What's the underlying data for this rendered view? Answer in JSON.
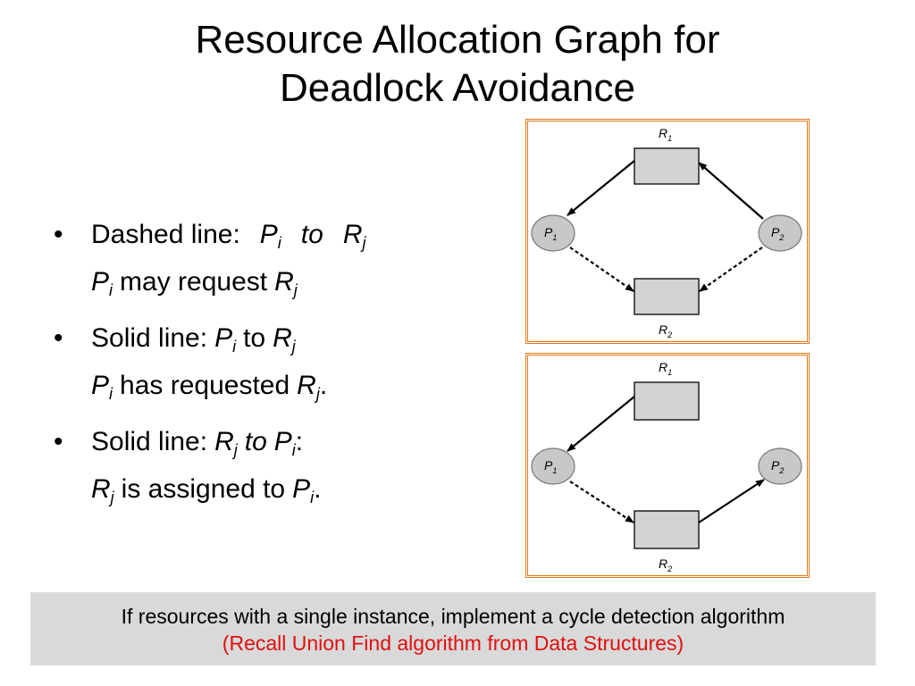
{
  "slide": {
    "title_line1": "Resource Allocation Graph for",
    "title_line2": "Deadlock Avoidance"
  },
  "bullets": [
    {
      "bullet_symbol": "•",
      "line1_label": "Dashed  line:",
      "line1_p": "P",
      "line1_p_sub": "i",
      "line1_to": "to",
      "line1_r": "R",
      "line1_r_sub": "j",
      "line2_p": "P",
      "line2_p_sub": "i",
      "line2_text": "may request",
      "line2_r": "R",
      "line2_r_sub": "j"
    },
    {
      "bullet_symbol": "•",
      "line1_label": "Solid line:",
      "line1_p": "P",
      "line1_p_sub": "i",
      "line1_to": "to",
      "line1_r": "R",
      "line1_r_sub": "j",
      "line2_p": "P",
      "line2_p_sub": "i",
      "line2_text": "has requested",
      "line2_r": "R",
      "line2_r_sub": "j",
      "line2_end": "."
    },
    {
      "bullet_symbol": "•",
      "line1_label": "Solid line:",
      "line1_r": "R",
      "line1_r_sub": "j",
      "line1_to": "to",
      "line1_p": "P",
      "line1_p_sub": "i",
      "line1_end": ":",
      "line2_r": "R",
      "line2_r_sub": "j",
      "line2_text": "is assigned to",
      "line2_p": "P",
      "line2_p_sub": "i",
      "line2_end": "."
    }
  ],
  "graphs": [
    {
      "resource_top": {
        "letter": "R",
        "sub": "1"
      },
      "resource_bottom": {
        "letter": "R",
        "sub": "2"
      },
      "process_left": {
        "letter": "P",
        "sub": "1"
      },
      "process_right": {
        "letter": "P",
        "sub": "2"
      },
      "edges": {
        "r1_to_p1": "solid",
        "p2_to_r1": "solid",
        "p1_to_r2": "dashed",
        "p2_to_r2": "dashed"
      }
    },
    {
      "resource_top": {
        "letter": "R",
        "sub": "1"
      },
      "resource_bottom": {
        "letter": "R",
        "sub": "2"
      },
      "process_left": {
        "letter": "P",
        "sub": "1"
      },
      "process_right": {
        "letter": "P",
        "sub": "2"
      },
      "edges": {
        "r1_to_p1": "solid",
        "p1_to_r2": "dashed",
        "r2_to_p2": "solid"
      }
    }
  ],
  "note": {
    "line1": "If resources with a single instance, implement a cycle detection algorithm",
    "line2": "(Recall Union Find algorithm from Data Structures)"
  },
  "colors": {
    "frame_border": "#e07818",
    "note_background": "#d9d9d9",
    "note_highlight": "#e01010",
    "node_fill": "#c8c8c8",
    "resource_fill": "#d3d3d3"
  }
}
